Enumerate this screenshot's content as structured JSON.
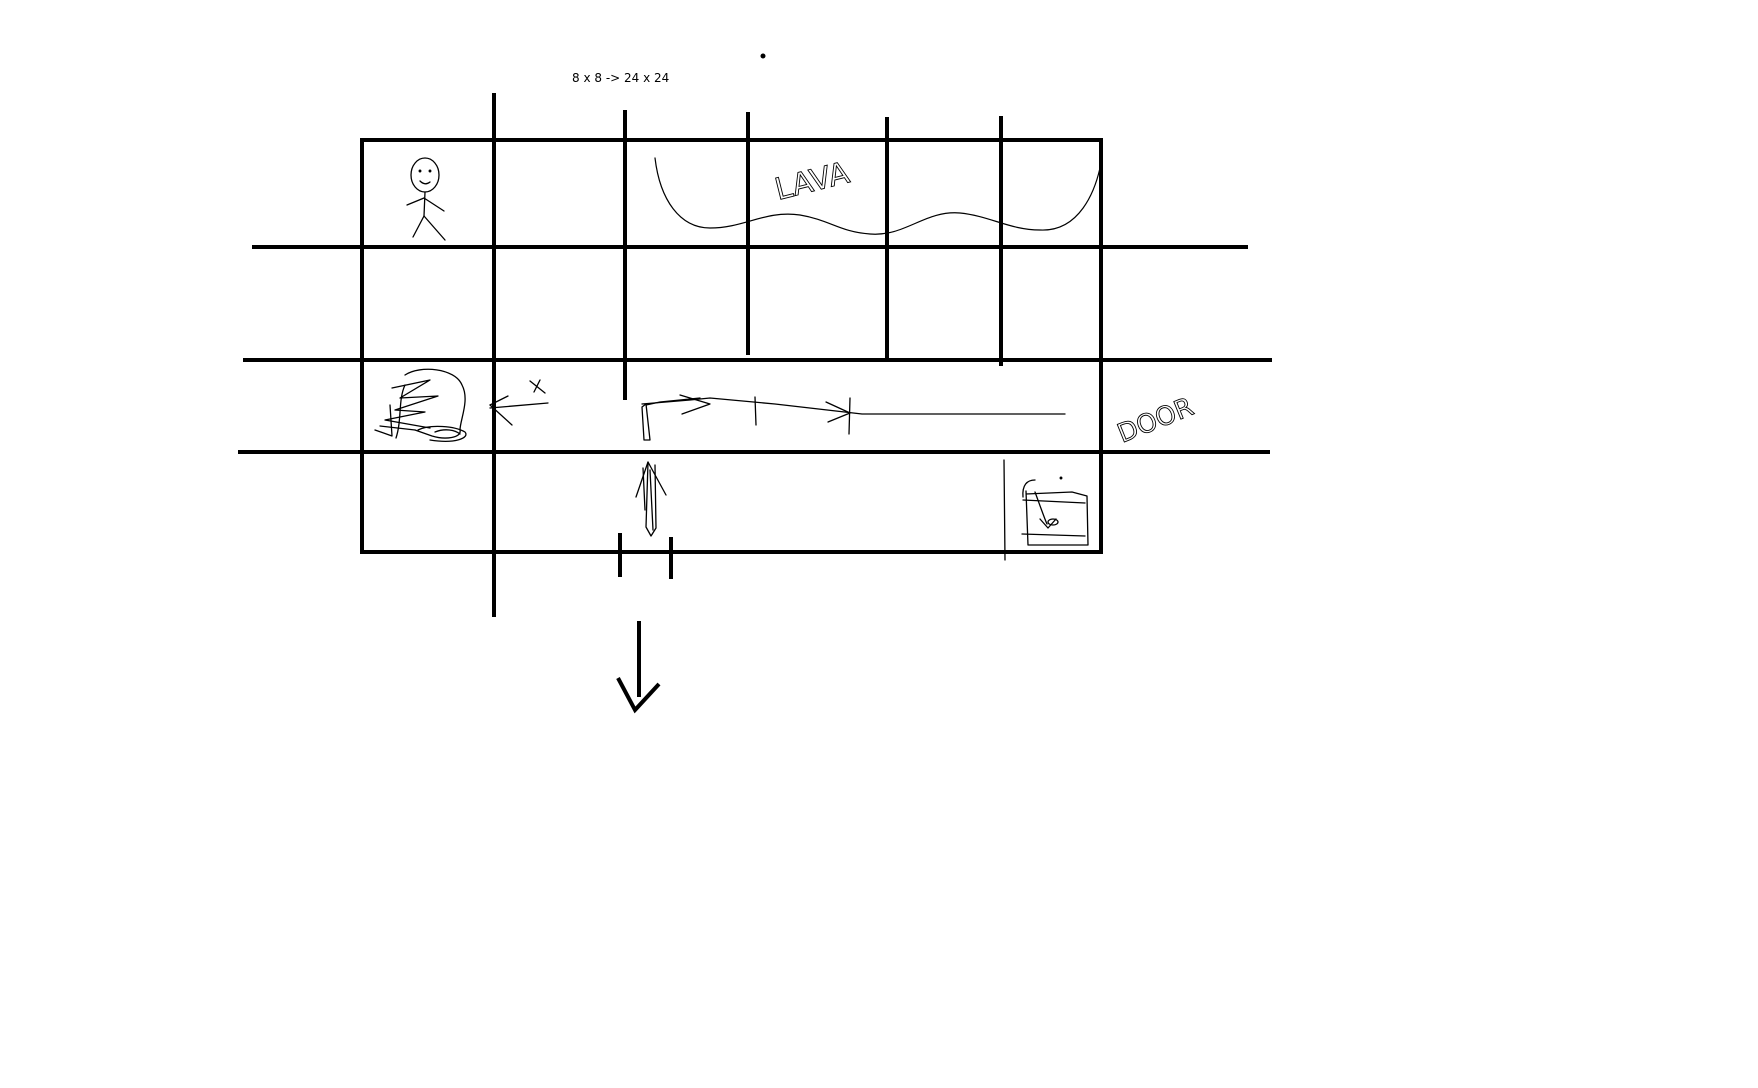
{
  "diagram": {
    "caption": "8 x 8 -> 24 x 24",
    "labels": {
      "lava": "LAVA",
      "door": "DOOR"
    },
    "icons": [
      "stick-figure-icon",
      "monster-icon",
      "treasure-chest-icon",
      "down-arrow-icon"
    ]
  }
}
